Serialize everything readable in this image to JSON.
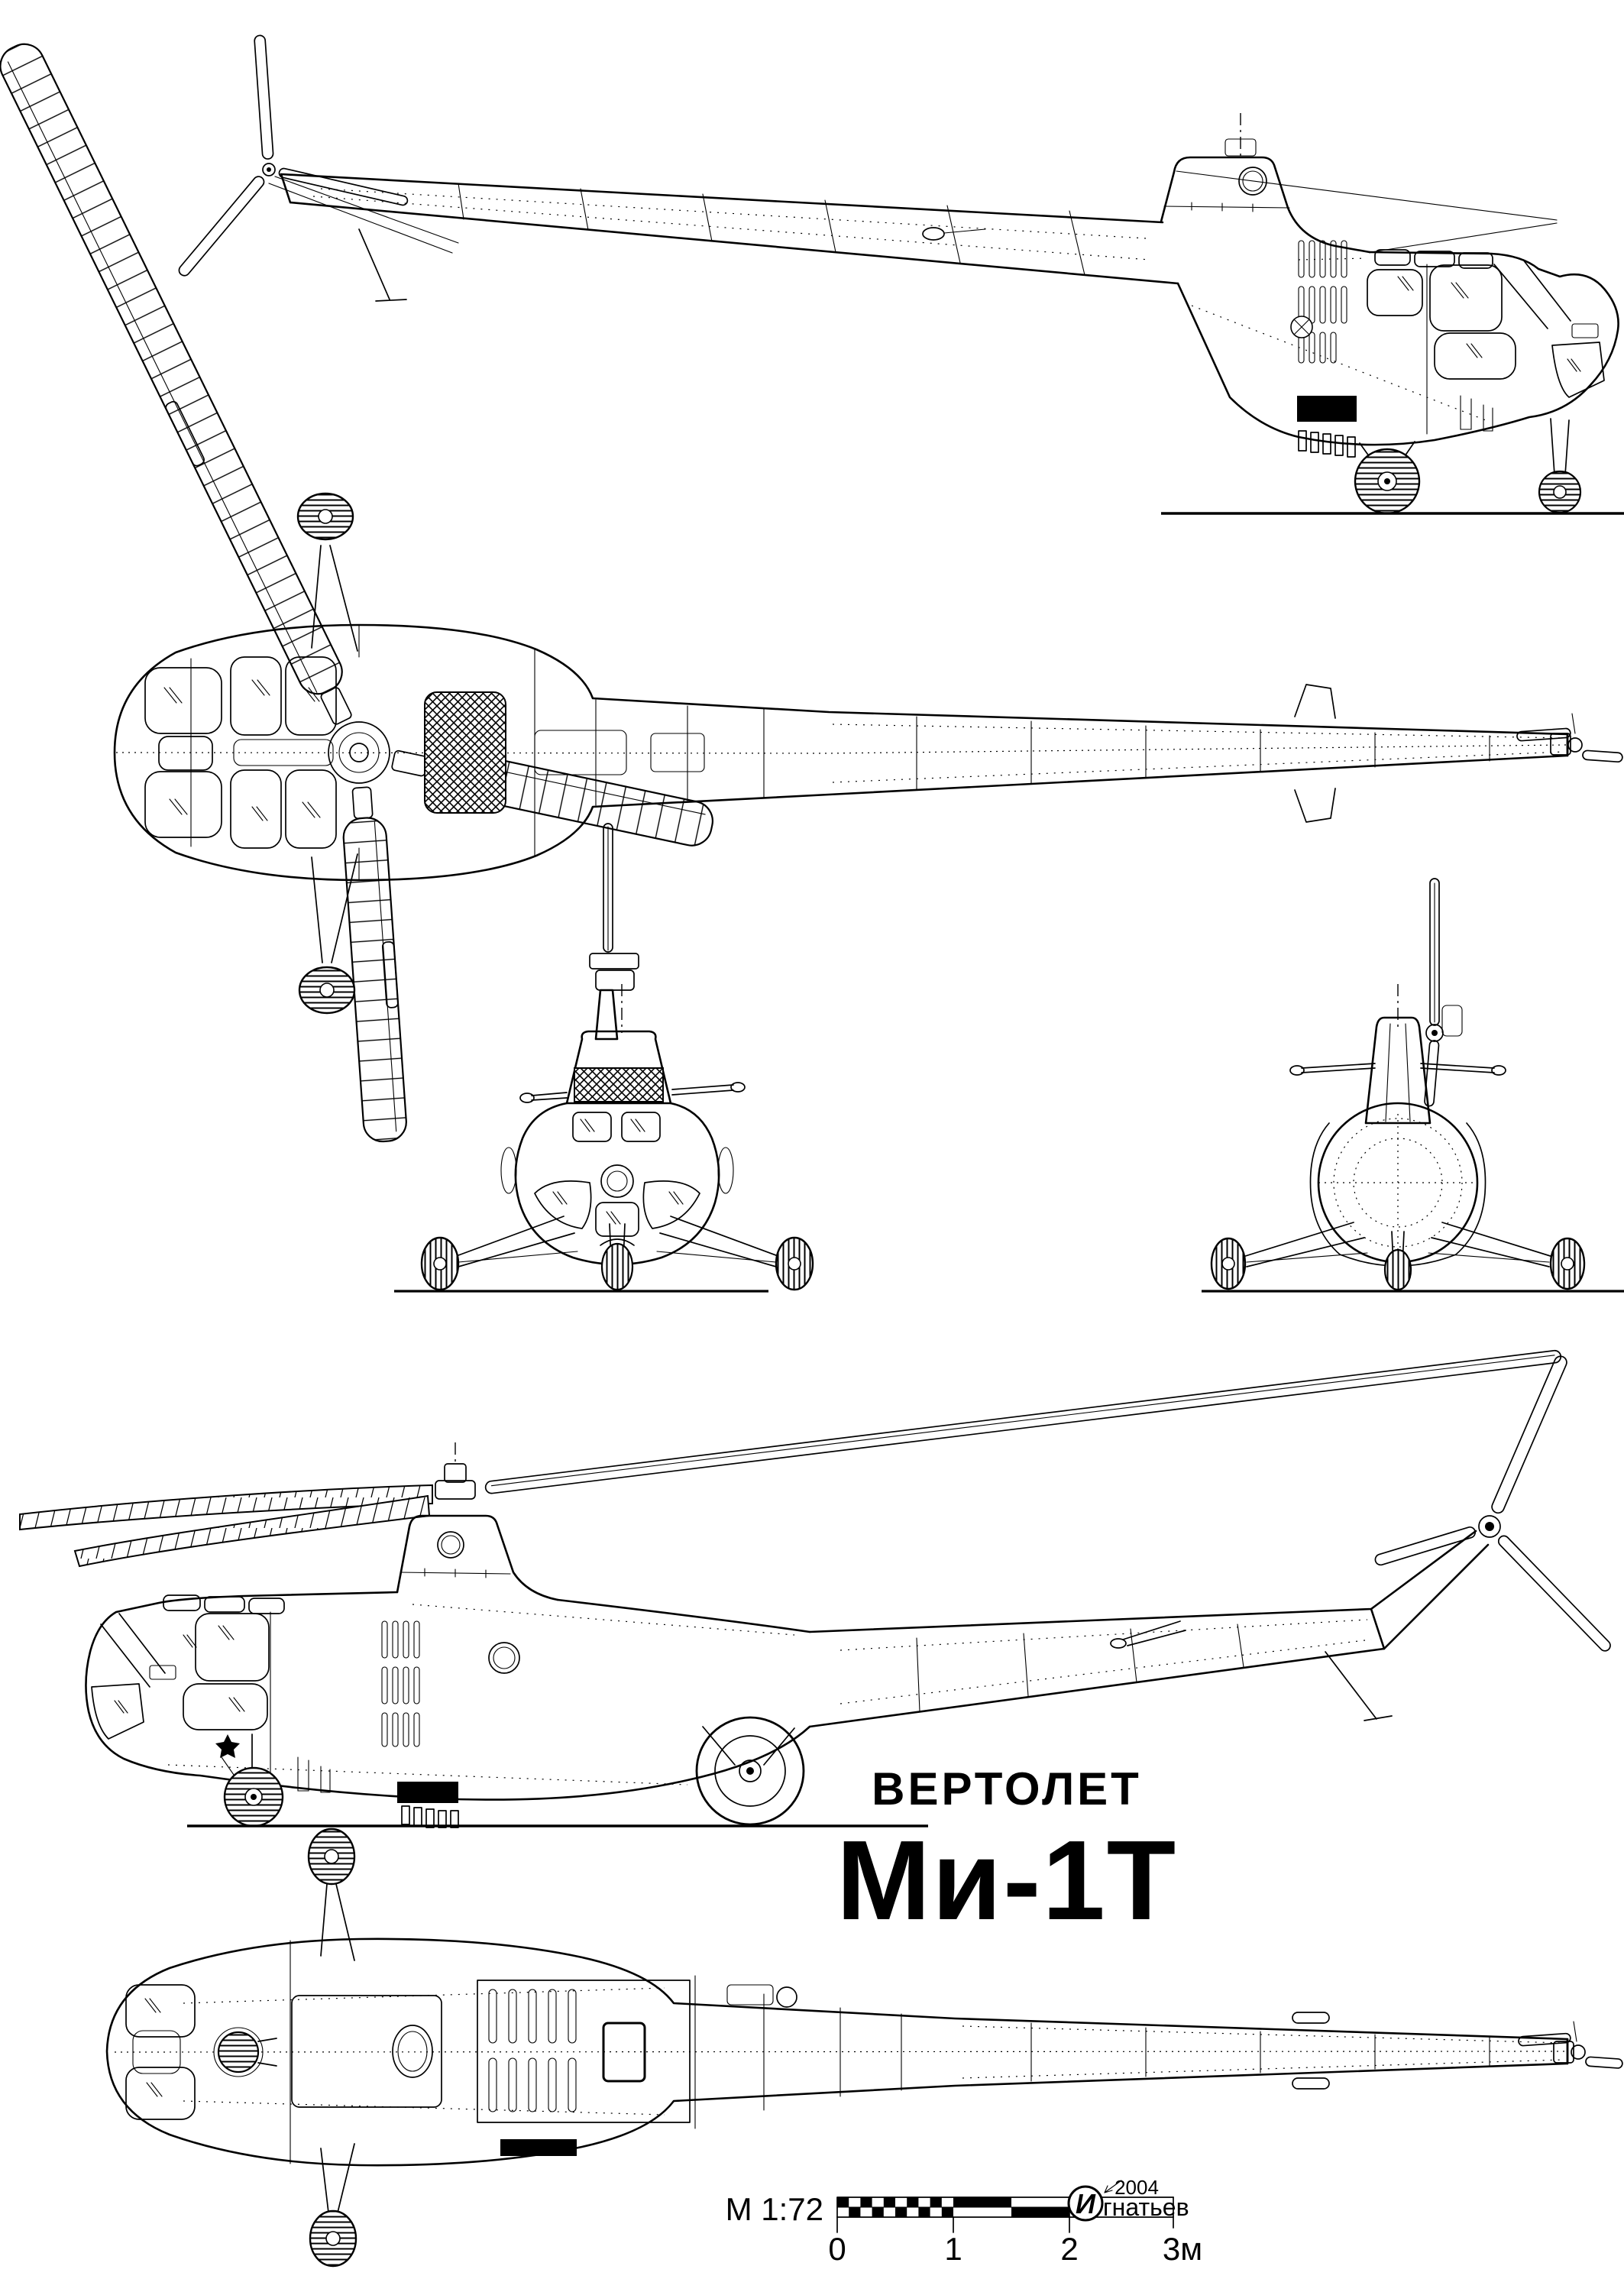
{
  "title": {
    "line1": "ВЕРТОЛЕТ",
    "line2": "Ми-1Т"
  },
  "scale_bar": {
    "label": "М 1:72",
    "ticks": [
      "0",
      "1",
      "2",
      "3м"
    ]
  },
  "signature": {
    "initial": "И",
    "rest": "гнатьев",
    "year": "2004"
  },
  "colors": {
    "ink": "#000000",
    "paper": "#ffffff"
  }
}
